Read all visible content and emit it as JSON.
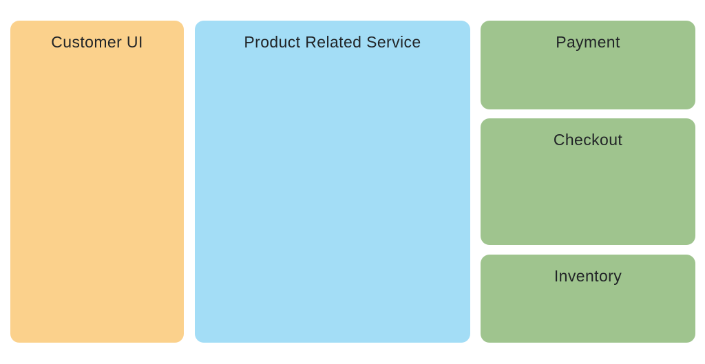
{
  "diagram": {
    "background_color": "#ffffff",
    "text_color": "#212427",
    "nodes": [
      {
        "id": "customer-ui",
        "label": "Customer UI",
        "color": "#fbd18c"
      },
      {
        "id": "product-related-service",
        "label": "Product Related Service",
        "color": "#a3ddf6"
      },
      {
        "id": "payment",
        "label": "Payment",
        "color": "#9fc48e"
      },
      {
        "id": "checkout",
        "label": "Checkout",
        "color": "#9fc48e"
      },
      {
        "id": "inventory",
        "label": "Inventory",
        "color": "#9fc48e"
      }
    ]
  }
}
